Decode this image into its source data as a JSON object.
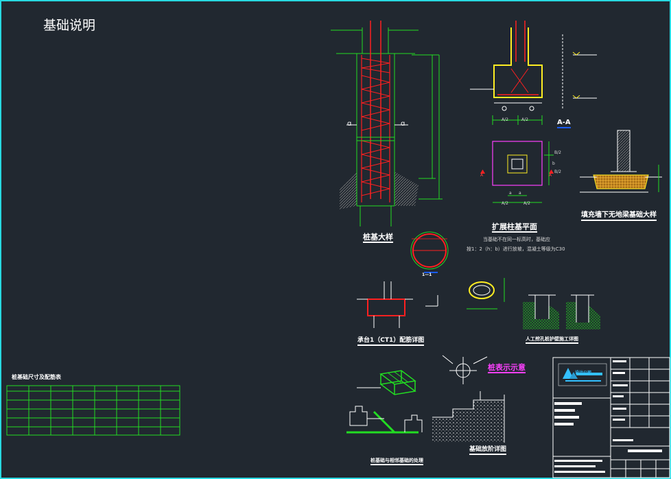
{
  "sheet_title": "基础说明",
  "labels": {
    "pile_detail": "桩基大样",
    "section_aa": "A-A",
    "expanded_base_plan": "扩展柱基平面",
    "base_note_1": "当基础不在同一标高时，基础应",
    "base_note_2": "按1：2（h：b）进行放坡，混凝土等级为C30",
    "wall_base_detail": "填充墙下无地梁基础大样",
    "cap_detail": "承台1（CT1）配筋详图",
    "pit_detail": "人工挖孔桩护壁施工详图",
    "section_marker": "1—1",
    "pile_schematic": "桩表示示意",
    "pile_table_title": "桩基础尺寸及配筋表",
    "step_base_detail": "基础放阶详图",
    "slope_base_detail": "桩基础与相邻基础的处理",
    "dim_a2": "A/2",
    "dim_b2": "B/2",
    "dim_a": "a",
    "dim_b": "b",
    "marker_a": "A",
    "cut_left": "ɑ",
    "cut_right": "ɑ"
  },
  "title_block": {
    "logo_text": "设计公司"
  },
  "colors": {
    "border": "#27d8e0",
    "rebar": "#ff2020",
    "green": "#22dd22",
    "yellow": "#ffee22",
    "magenta": "#ff40ff",
    "white": "#ffffff",
    "blue": "#1a5cff"
  }
}
